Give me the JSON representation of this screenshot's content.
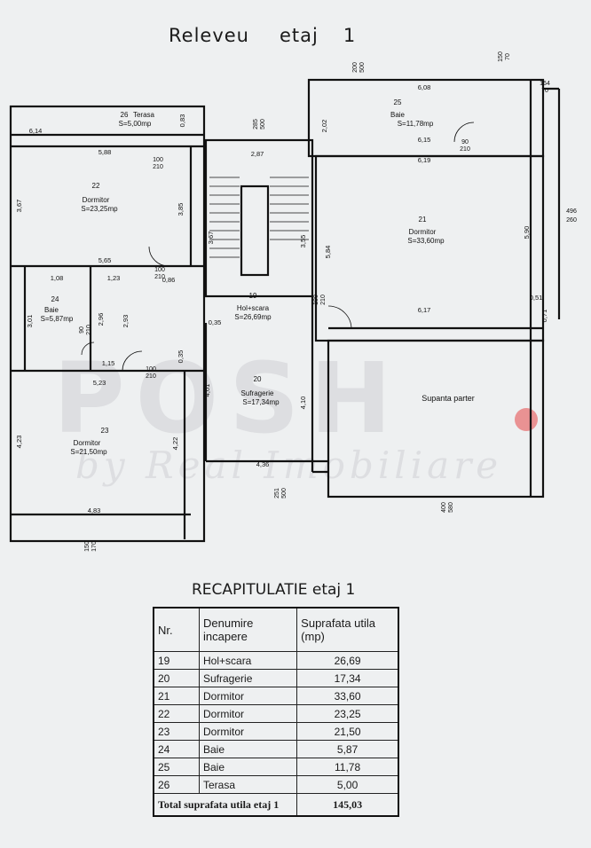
{
  "title": [
    "Releveu",
    "etaj",
    "1"
  ],
  "watermark": {
    "main": "POSH",
    "sub": "by Real Imobiliare"
  },
  "plan": {
    "rooms": [
      {
        "id": "terasa",
        "number": "26",
        "name": "Terasa",
        "area": "S=5,00mp"
      },
      {
        "id": "dorm22",
        "number": "22",
        "name": "Dormitor",
        "area": "S=23,25mp"
      },
      {
        "id": "baie24",
        "number": "24",
        "name": "Baie",
        "area": "S=5,87mp"
      },
      {
        "id": "dorm23",
        "number": "23",
        "name": "Dormitor",
        "area": "S=21,50mp"
      },
      {
        "id": "hol",
        "number": "19",
        "name": "Hol+scara",
        "area": "S=26,69mp"
      },
      {
        "id": "sufr",
        "number": "20",
        "name": "Sufragerie",
        "area": "S=17,34mp"
      },
      {
        "id": "baie25",
        "number": "25",
        "name": "Baie",
        "area": "S=11,78mp"
      },
      {
        "id": "dorm21",
        "number": "21",
        "name": "Dormitor",
        "area": "S=33,60mp"
      },
      {
        "id": "supanta",
        "number": "",
        "name": "Supanta parter",
        "area": ""
      }
    ],
    "dimensions": {
      "d614": "6,14",
      "d588": "5,88",
      "d367": "3,67",
      "d385": "3,85",
      "d565": "5,65",
      "d108": "1,08",
      "d123": "1,23",
      "d086": "0,86",
      "d301": "3,01",
      "d296": "2,96",
      "d293": "2,93",
      "d115": "1,15",
      "d523": "5,23",
      "d423": "4,23",
      "d422": "4,22",
      "d483": "4,83",
      "d287": "2,87",
      "d367b": "3,67",
      "d355": "3,55",
      "d035": "0,35",
      "d035b": "0,35",
      "d401": "4,01",
      "d410": "4,10",
      "d436": "4,36",
      "d608": "6,08",
      "d615": "6,15",
      "d619": "6,19",
      "d202": "2,02",
      "d584": "5,84",
      "d590": "5,90",
      "d617": "6,17",
      "d051": "0,51",
      "d071": "0,71",
      "d083": "0,83"
    },
    "openings": {
      "o100_210a": [
        "100",
        "210"
      ],
      "o100_210b": [
        "100",
        "210"
      ],
      "o100_210c": [
        "100",
        "210"
      ],
      "o100_210d": [
        "100",
        "210"
      ],
      "o90_210a": [
        "90",
        "210"
      ],
      "o90_210b": [
        "90",
        "210"
      ],
      "o285_500": [
        "285",
        "500"
      ],
      "o200_500": [
        "200",
        "500"
      ],
      "o150_70": [
        "150",
        "70"
      ],
      "o164_70": [
        "164",
        "70"
      ],
      "o496_260": [
        "496",
        "260"
      ],
      "o251_500": [
        "251",
        "500"
      ],
      "o400_580": [
        "400",
        "580"
      ],
      "o150_170": [
        "150",
        "170"
      ]
    }
  },
  "recap": {
    "title": "RECAPITULATIE etaj 1",
    "headers": [
      "Nr.",
      "Denumire incapere",
      "Suprafata utila (mp)"
    ],
    "rows": [
      [
        "19",
        "Hol+scara",
        "26,69"
      ],
      [
        "20",
        "Sufragerie",
        "17,34"
      ],
      [
        "21",
        "Dormitor",
        "33,60"
      ],
      [
        "22",
        "Dormitor",
        "23,25"
      ],
      [
        "23",
        "Dormitor",
        "21,50"
      ],
      [
        "24",
        "Baie",
        "5,87"
      ],
      [
        "25",
        "Baie",
        "11,78"
      ],
      [
        "26",
        "Terasa",
        "5,00"
      ]
    ],
    "total_label": "Total  suprafata utila etaj 1",
    "total_value": "145,03"
  }
}
